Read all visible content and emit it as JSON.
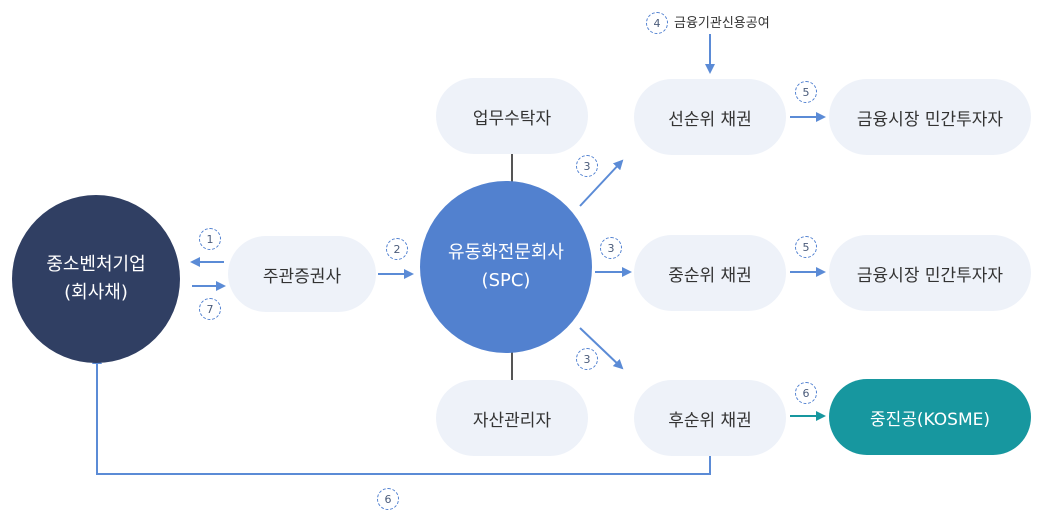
{
  "nodes": {
    "sme": [
      "중소벤처기업",
      "(회사채)"
    ],
    "underwriter": "주관증권사",
    "spc": [
      "유동화전문회사",
      "(SPC)"
    ],
    "trustee": "업무수탁자",
    "asset_manager": "자산관리자",
    "senior": "선순위 채권",
    "mezzanine": "중순위 채권",
    "junior": "후순위 채권",
    "investor_top": "금융시장 민간투자자",
    "investor_mid": "금융시장 민간투자자",
    "kosme": "중진공(KOSME)"
  },
  "badges": {
    "b1": "1",
    "b7": "7",
    "b2": "2",
    "b3_top": "3",
    "b3_mid": "3",
    "b3_bot": "3",
    "b4": "4",
    "b5_top": "5",
    "b5_mid": "5",
    "b6_right": "6",
    "b6_bottom": "6"
  },
  "notes": {
    "credit_line": "금융기관신용공여"
  },
  "colors": {
    "arrow": "#5b8bd6",
    "line": "#555555",
    "sme": "#303f63",
    "spc": "#5281cf",
    "kosme": "#17979f",
    "pill": "#eef2f9"
  }
}
